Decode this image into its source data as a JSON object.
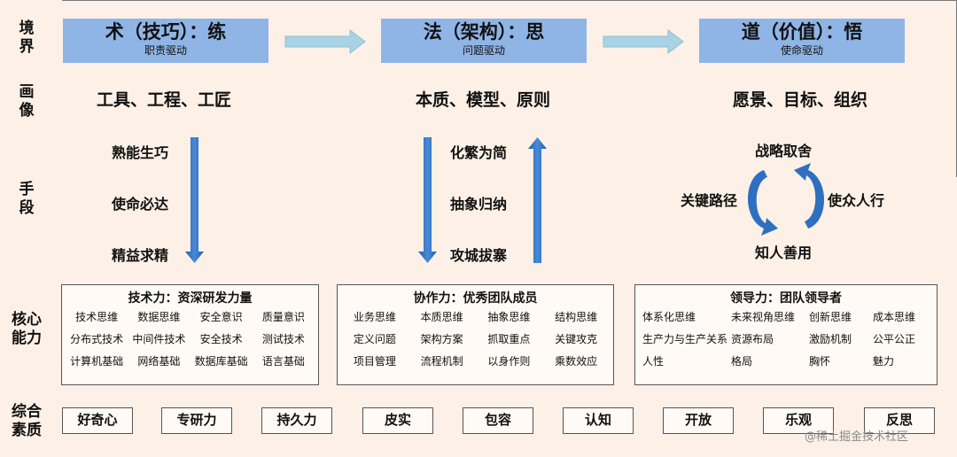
{
  "row_labels": [
    "境\n界",
    "画\n像",
    "手\n段",
    "核心\n能力",
    "综合\n素质"
  ],
  "realms": [
    {
      "title": "术（技巧）：练",
      "subtitle": "职责驱动"
    },
    {
      "title": "法（架构）：思",
      "subtitle": "问题驱动"
    },
    {
      "title": "道（价值）：悟",
      "subtitle": "使命驱动"
    }
  ],
  "portraits": [
    "工具、工程、工匠",
    "本质、模型、原则",
    "愿景、目标、组织"
  ],
  "means": {
    "col1": [
      "熟能生巧",
      "使命必达",
      "精益求精"
    ],
    "col2": [
      "化繁为简",
      "抽象归纳",
      "攻城拔寨"
    ],
    "col3": {
      "top": "战略取舍",
      "left": "关键路径",
      "right": "使众人行",
      "bottom": "知人善用"
    }
  },
  "core": [
    {
      "title": "技术力：资深研发力量",
      "items": [
        "技术思维",
        "数据思维",
        "安全意识",
        "质量意识",
        "分布式技术",
        "中间件技术",
        "安全技术",
        "测试技术",
        "计算机基础",
        "网络基础",
        "数据库基础",
        "语言基础"
      ]
    },
    {
      "title": "协作力：优秀团队成员",
      "items": [
        "业务思维",
        "本质思维",
        "抽象思维",
        "结构思维",
        "定义问题",
        "架构方案",
        "抓取重点",
        "关键攻克",
        "项目管理",
        "流程机制",
        "以身作则",
        "乘数效应"
      ]
    },
    {
      "title": "领导力：团队领导者",
      "items": [
        "体系化思维",
        "未来视角思维",
        "创新思维",
        "成本思维",
        "生产力与生产关系",
        "资源布局",
        "激励机制",
        "公平公正",
        "人性",
        "格局",
        "胸怀",
        "魅力"
      ]
    }
  ],
  "qualities": [
    "好奇心",
    "专研力",
    "持久力",
    "皮实",
    "包容",
    "认知",
    "开放",
    "乐观",
    "反思"
  ],
  "watermark": "@稀土掘金技术社区",
  "colors": {
    "background": "#fdf0e6",
    "realm_fill": "#8fb5e6",
    "arrow_light": "#a9d3e4",
    "arrow_blue": "#2f6fc0"
  }
}
